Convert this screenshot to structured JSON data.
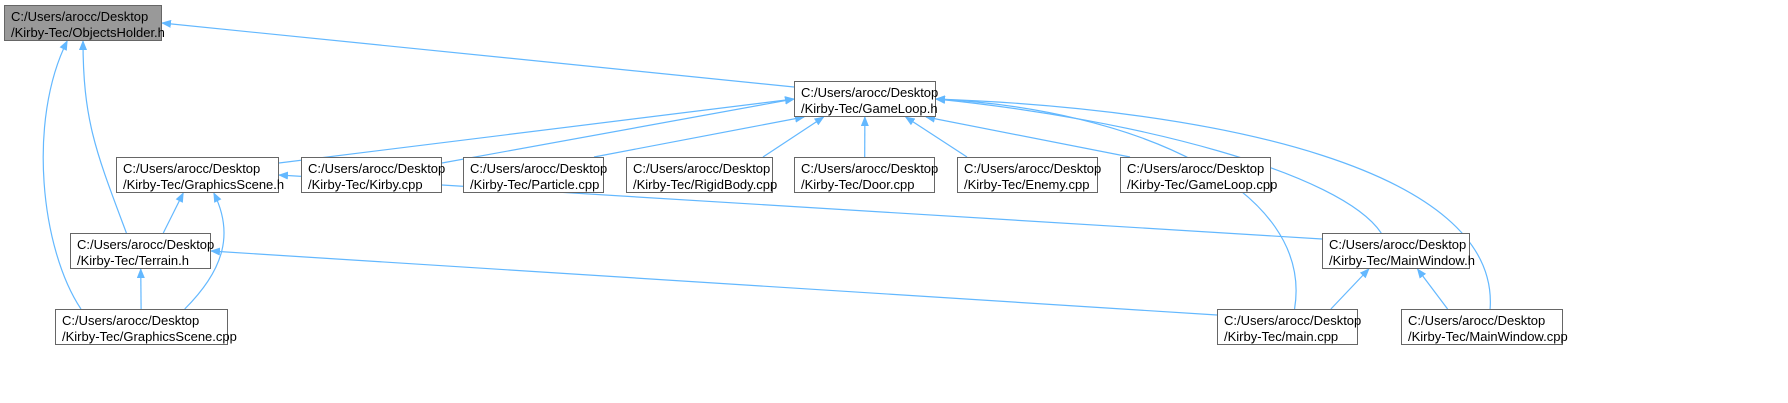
{
  "diagram": {
    "edge_color": "#63b8ff",
    "node_border_color": "#666666",
    "highlight_fill": "#999999",
    "nodes": [
      {
        "id": "objectsholder_h",
        "line1": "C:/Users/arocc/Desktop",
        "line2": "/Kirby-Tec/ObjectsHolder.h",
        "highlight": true
      },
      {
        "id": "gameloop_h",
        "line1": "C:/Users/arocc/Desktop",
        "line2": "/Kirby-Tec/GameLoop.h"
      },
      {
        "id": "graphicsscene_h",
        "line1": "C:/Users/arocc/Desktop",
        "line2": "/Kirby-Tec/GraphicsScene.h"
      },
      {
        "id": "kirby_cpp",
        "line1": "C:/Users/arocc/Desktop",
        "line2": "/Kirby-Tec/Kirby.cpp"
      },
      {
        "id": "particle_cpp",
        "line1": "C:/Users/arocc/Desktop",
        "line2": "/Kirby-Tec/Particle.cpp"
      },
      {
        "id": "rigidbody_cpp",
        "line1": "C:/Users/arocc/Desktop",
        "line2": "/Kirby-Tec/RigidBody.cpp"
      },
      {
        "id": "door_cpp",
        "line1": "C:/Users/arocc/Desktop",
        "line2": "/Kirby-Tec/Door.cpp"
      },
      {
        "id": "enemy_cpp",
        "line1": "C:/Users/arocc/Desktop",
        "line2": "/Kirby-Tec/Enemy.cpp"
      },
      {
        "id": "gameloop_cpp",
        "line1": "C:/Users/arocc/Desktop",
        "line2": "/Kirby-Tec/GameLoop.cpp"
      },
      {
        "id": "terrain_h",
        "line1": "C:/Users/arocc/Desktop",
        "line2": "/Kirby-Tec/Terrain.h"
      },
      {
        "id": "mainwindow_h",
        "line1": "C:/Users/arocc/Desktop",
        "line2": "/Kirby-Tec/MainWindow.h"
      },
      {
        "id": "graphicsscene_cpp",
        "line1": "C:/Users/arocc/Desktop",
        "line2": "/Kirby-Tec/GraphicsScene.cpp"
      },
      {
        "id": "main_cpp",
        "line1": "C:/Users/arocc/Desktop",
        "line2": "/Kirby-Tec/main.cpp"
      },
      {
        "id": "mainwindow_cpp",
        "line1": "C:/Users/arocc/Desktop",
        "line2": "/Kirby-Tec/MainWindow.cpp"
      }
    ],
    "edges": [
      {
        "from": "gameloop_h",
        "to": "objectsholder_h"
      },
      {
        "from": "terrain_h",
        "to": "objectsholder_h"
      },
      {
        "from": "graphicsscene_cpp",
        "to": "objectsholder_h"
      },
      {
        "from": "graphicsscene_h",
        "to": "gameloop_h"
      },
      {
        "from": "kirby_cpp",
        "to": "gameloop_h"
      },
      {
        "from": "particle_cpp",
        "to": "gameloop_h"
      },
      {
        "from": "rigidbody_cpp",
        "to": "gameloop_h"
      },
      {
        "from": "door_cpp",
        "to": "gameloop_h"
      },
      {
        "from": "enemy_cpp",
        "to": "gameloop_h"
      },
      {
        "from": "gameloop_cpp",
        "to": "gameloop_h"
      },
      {
        "from": "main_cpp",
        "to": "gameloop_h"
      },
      {
        "from": "mainwindow_h",
        "to": "gameloop_h"
      },
      {
        "from": "mainwindow_cpp",
        "to": "gameloop_h"
      },
      {
        "from": "terrain_h",
        "to": "graphicsscene_h"
      },
      {
        "from": "graphicsscene_cpp",
        "to": "graphicsscene_h"
      },
      {
        "from": "mainwindow_h",
        "to": "graphicsscene_h"
      },
      {
        "from": "graphicsscene_cpp",
        "to": "terrain_h"
      },
      {
        "from": "main_cpp",
        "to": "terrain_h"
      },
      {
        "from": "main_cpp",
        "to": "mainwindow_h"
      },
      {
        "from": "mainwindow_cpp",
        "to": "mainwindow_h"
      }
    ]
  }
}
